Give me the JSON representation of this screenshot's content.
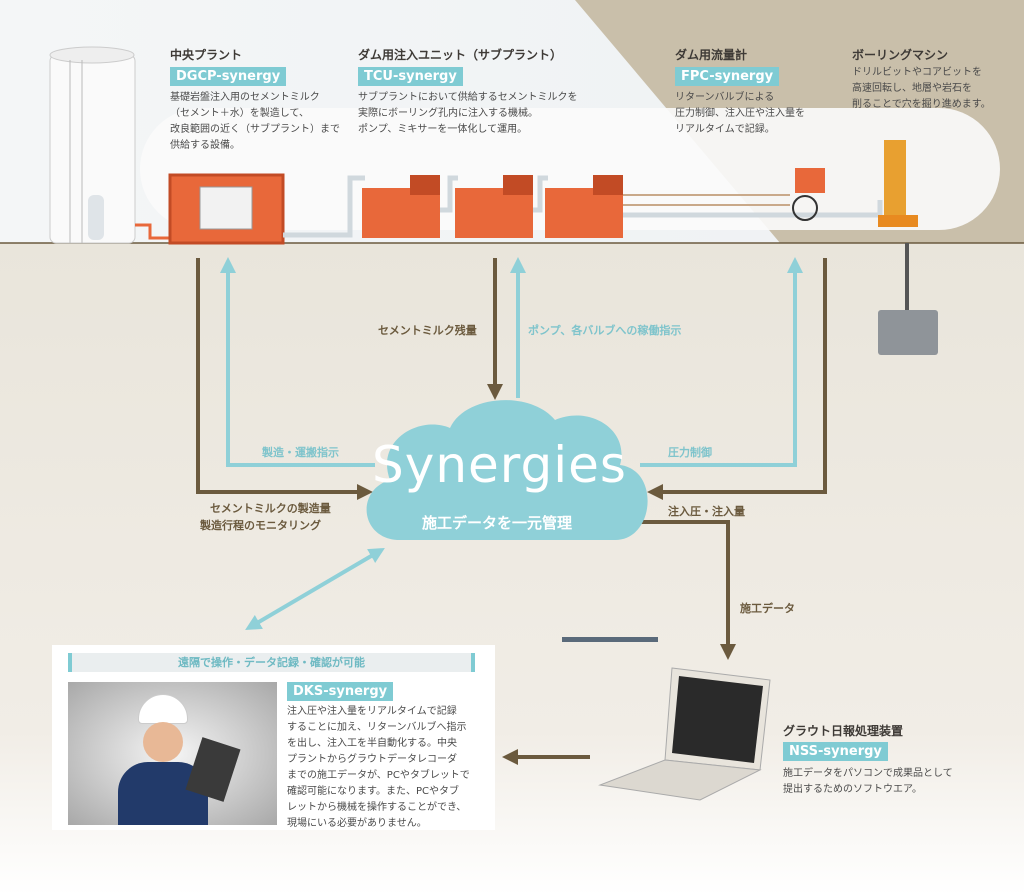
{
  "colors": {
    "brown": "#6b5a3e",
    "teal": "#8fd0d8",
    "orange": "#e8683a",
    "badge": "#7fcbd3"
  },
  "central_plant": {
    "title": "中央プラント",
    "badge": "DGCP-synergy",
    "desc": "基礎岩盤注入用のセメントミルク\n（セメント＋水）を製造して、\n改良範囲の近く（サブプラント）まで\n供給する設備。"
  },
  "tcu": {
    "title": "ダム用注入ユニット（サブプラント）",
    "badge": "TCU-synergy",
    "desc": "サブプラントにおいて供給するセメントミルクを\n実際にボーリング孔内に注入する機械。\nポンプ、ミキサーを一体化して運用。"
  },
  "fpc": {
    "title": "ダム用流量計",
    "badge": "FPC-synergy",
    "desc": "リターンバルブによる\n圧力制御、注入圧や注入量を\nリアルタイムで記録。"
  },
  "boring": {
    "title": "ボーリングマシン",
    "desc": "ドリルビットやコアビットを\n高速回転し、地層や岩石を\n削ることで穴を掘り進めます。"
  },
  "flows": {
    "cement_remaining": "セメントミルク残量",
    "pump_valve_instruction": "ポンプ、各バルブへの稼働指示",
    "manufacture_instruction": "製造・運搬指示",
    "pressure_control": "圧力制御",
    "production_amount": "セメントミルクの製造量",
    "process_monitoring": "製造行程のモニタリング",
    "injection_pressure": "注入圧・注入量",
    "construction_data": "施工データ"
  },
  "cloud": {
    "title": "Synergies",
    "subtitle": "施工データを一元管理"
  },
  "remote": {
    "header": "遠隔で操作・データ記録・確認が可能",
    "badge": "DKS-synergy",
    "desc": "注入圧や注入量をリアルタイムで記録\nすることに加え、リターンバルブへ指示\nを出し、注入工を半自動化する。中央\nプラントからグラウトデータレコーダ\nまでの施工データが、PCやタブレットで\n確認可能になります。また、PCやタブ\nレットから機械を操作することができ、\n現場にいる必要がありません。"
  },
  "nss": {
    "title": "グラウト日報処理装置",
    "badge": "NSS-synergy",
    "desc": "施工データをパソコンで成果品として\n提出するためのソフトウエア。"
  }
}
